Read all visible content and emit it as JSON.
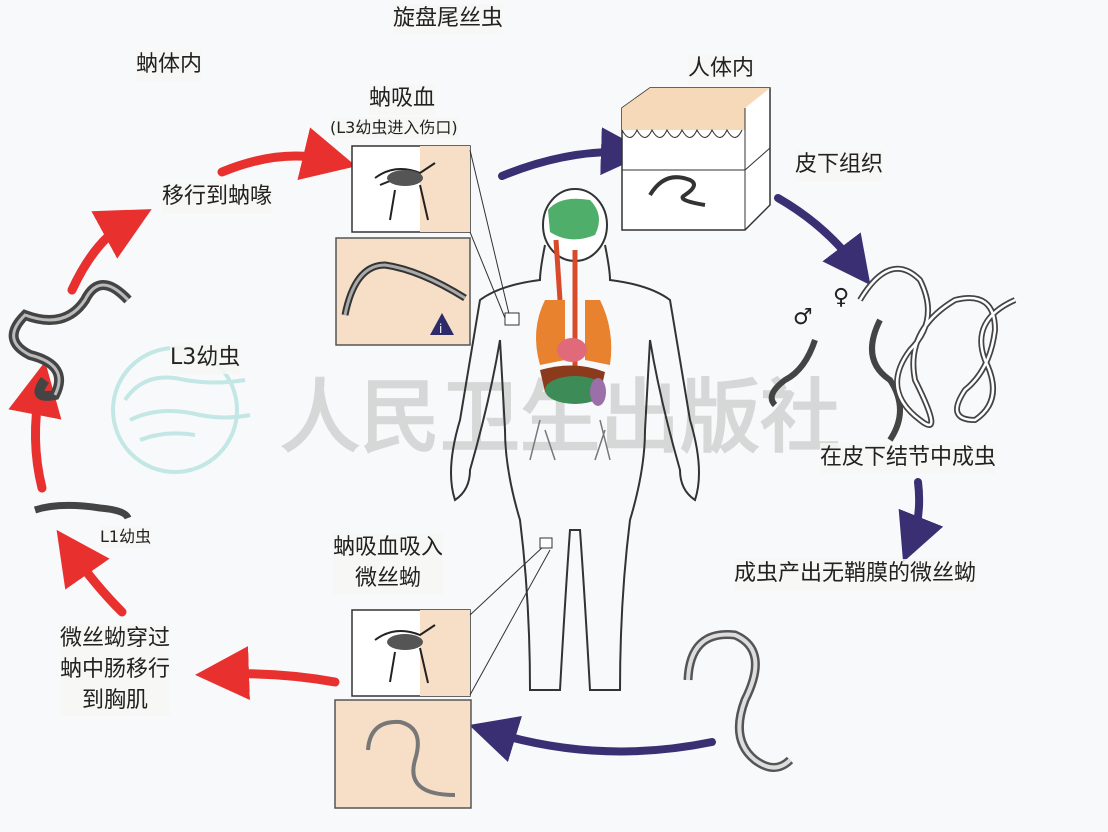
{
  "title": "旋盘尾丝虫",
  "regions": {
    "vector": "蚋体内",
    "human": "人体内"
  },
  "stages": {
    "blackfly_bite": "蚋吸血",
    "blackfly_bite_note": "(L3幼虫进入伤口)",
    "subcutaneous": "皮下组织",
    "adults_in_nodules": "在皮下结节中成虫",
    "microfilariae_produced": "成虫产出无鞘膜的微丝蚴",
    "blackfly_ingests_line1": "蚋吸血吸入",
    "blackfly_ingests_line2": "微丝蚴",
    "midgut_line1": "微丝蚴穿过",
    "midgut_line2": "蚋中肠移行",
    "midgut_line3": "到胸肌",
    "l1": "L1幼虫",
    "l3": "L3幼虫",
    "migrate_proboscis": "移行到蚋喙"
  },
  "symbols": {
    "female": "♀",
    "male": "♂",
    "info": "i"
  },
  "watermark": "人民卫生出版社",
  "colors": {
    "vector_arrow": "#e8312f",
    "human_arrow": "#3b2f73",
    "box_fill": "#f6dfc6"
  }
}
